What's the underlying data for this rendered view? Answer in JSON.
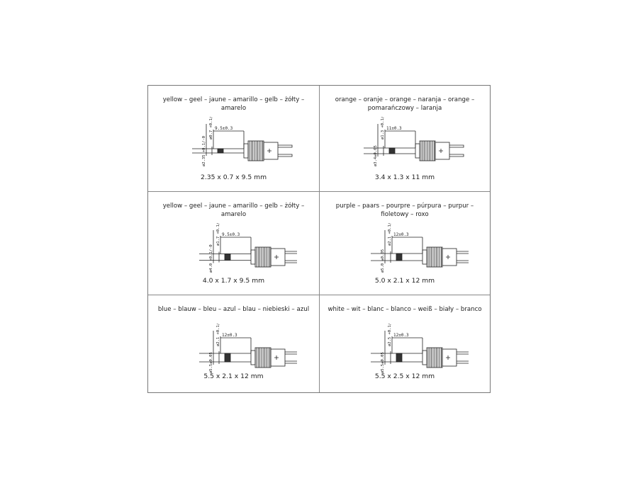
{
  "cells": [
    {
      "color_names": "yellow – geel – jaune – amarillo – gelb – żółty – amarelo",
      "size": "2.35 x 0.7 x 9.5 mm",
      "length_label": "9.5±0.3",
      "outer_dia": "ø2.35 +0.1/-0",
      "inner_dia": "ø0.7 +0.1/-0"
    },
    {
      "color_names": "orange – oranje – orange – naranja – orange – pomarańczowy – laranja",
      "size": "3.4 x 1.3 x 11 mm",
      "length_label": "11±0.3",
      "outer_dia": "ø3.4±0.05",
      "inner_dia": "ø1.3 +0.1/-0"
    },
    {
      "color_names": "yellow – geel – jaune – amarillo – gelb – żółty – amarelo",
      "size": "4.0 x 1.7 x 9.5 mm",
      "length_label": "9.5±0.3",
      "outer_dia": "ø4.0 +0.1/-0",
      "inner_dia": "ø1.7 +0.1/-0"
    },
    {
      "color_names": "purple – paars – pourpre – púrpura – purpur – fioletowy – roxo",
      "size": "5.0 x 2.1 x 12 mm",
      "length_label": "12±0.3",
      "outer_dia": "ø5.0 ±0.05",
      "inner_dia": "ø2.1 +0.1/-0"
    },
    {
      "color_names": "blue – blauw – bleu – azul – blau – niebieski – azul",
      "size": "5.5 x 2.1 x 12 mm",
      "length_label": "12±0.3",
      "outer_dia": "ø5.5±0.05",
      "inner_dia": "ø2.1 +0.1/-0"
    },
    {
      "color_names": "white – wit – blanc – blanco – weiß – biały – branco",
      "size": "5.5 x 2.5 x 12 mm",
      "length_label": "12±0.3",
      "outer_dia": "ø5.5±0.05",
      "inner_dia": "ø2.5 +0.1/-0"
    }
  ]
}
